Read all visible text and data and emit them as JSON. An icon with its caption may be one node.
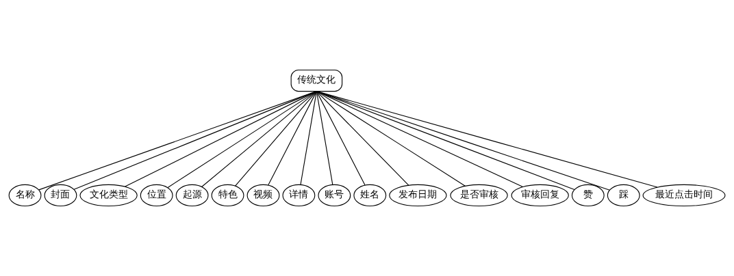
{
  "diagram": {
    "nodes": [
      {
        "text": [
          "传统文化"
        ]
      },
      {
        "text": [
          "名称"
        ]
      },
      {
        "text": [
          "封面"
        ]
      },
      {
        "text": [
          "文化类型"
        ]
      },
      {
        "text": [
          "位置"
        ]
      },
      {
        "text": [
          "起源"
        ]
      },
      {
        "text": [
          "特色"
        ]
      },
      {
        "text": [
          "视频"
        ]
      },
      {
        "text": [
          "详情"
        ]
      },
      {
        "text": [
          "账号"
        ]
      },
      {
        "text": [
          "姓名"
        ]
      },
      {
        "text": [
          "发布日期"
        ]
      },
      {
        "text": [
          "是否审核"
        ]
      },
      {
        "text": [
          "审核回复"
        ]
      },
      {
        "text": [
          "赞"
        ]
      },
      {
        "text": [
          "踩"
        ]
      },
      {
        "text": [
          "最近点击时间"
        ]
      }
    ],
    "edges": [
      {
        "from": 0,
        "to": 1,
        "arrow": "none"
      },
      {
        "from": 0,
        "to": 2,
        "arrow": "none"
      },
      {
        "from": 0,
        "to": 3,
        "arrow": "none"
      },
      {
        "from": 0,
        "to": 4,
        "arrow": "none"
      },
      {
        "from": 0,
        "to": 5,
        "arrow": "none"
      },
      {
        "from": 0,
        "to": 6,
        "arrow": "none"
      },
      {
        "from": 0,
        "to": 7,
        "arrow": "none"
      },
      {
        "from": 0,
        "to": 8,
        "arrow": "none"
      },
      {
        "from": 0,
        "to": 9,
        "arrow": "none"
      },
      {
        "from": 0,
        "to": 10,
        "arrow": "none"
      },
      {
        "from": 0,
        "to": 11,
        "arrow": "none"
      },
      {
        "from": 0,
        "to": 12,
        "arrow": "none"
      },
      {
        "from": 0,
        "to": 13,
        "arrow": "none"
      },
      {
        "from": 0,
        "to": 14,
        "arrow": "none"
      },
      {
        "from": 0,
        "to": 15,
        "arrow": "none"
      },
      {
        "from": 0,
        "to": 16,
        "arrow": "none"
      }
    ]
  }
}
